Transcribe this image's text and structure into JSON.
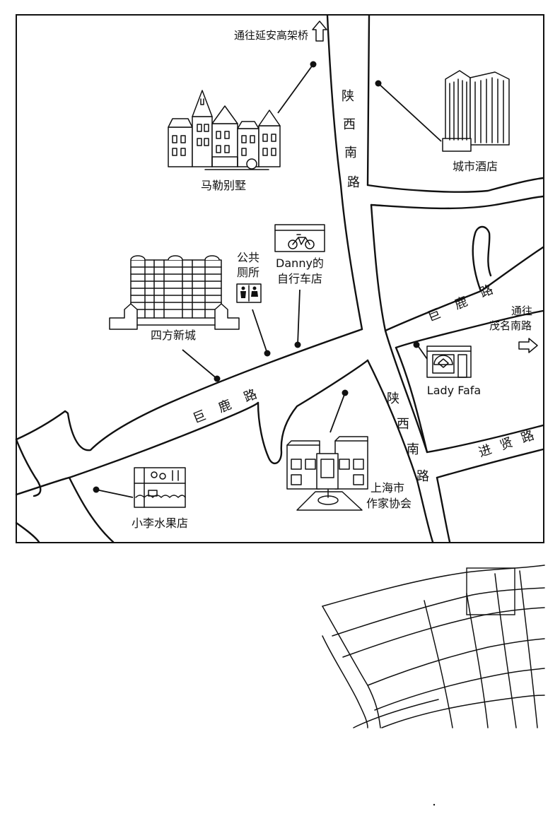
{
  "map": {
    "roads": {
      "shaanxi_south_top": [
        "陕",
        "西",
        "南",
        "路"
      ],
      "shaanxi_south_bottom": [
        "陕",
        "西",
        "南",
        "路"
      ],
      "julu_left": [
        "巨",
        "鹿",
        "路"
      ],
      "julu_right": [
        "巨",
        "鹿",
        "路"
      ],
      "jinxian": [
        "进",
        "贤",
        "路"
      ]
    },
    "directions": {
      "yanan": "通往延安高架桥",
      "maoming_line1": "通往",
      "maoming_line2": "茂名南路"
    },
    "places": {
      "moller_villa": "马勒别墅",
      "city_hotel": "城市酒店",
      "toilet_line1": "公共",
      "toilet_line2": "厕所",
      "danny_line1": "Danny的",
      "danny_line2": "自行车店",
      "sifang": "四方新城",
      "lady_fafa": "Lady Fafa",
      "writers_line1": "上海市",
      "writers_line2": "作家协会",
      "xiaoli": "小李水果店"
    },
    "colors": {
      "ink": "#111111",
      "paper": "#ffffff"
    }
  }
}
